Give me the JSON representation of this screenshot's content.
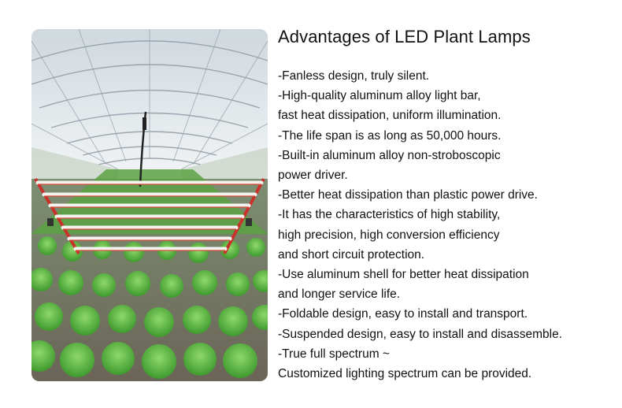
{
  "article": {
    "title": "Advantages of LED Plant Lamps",
    "photo_description": "greenhouse-lettuce-led-grow-light",
    "lines": [
      "-Fanless design, truly silent.",
      "-High-quality aluminum alloy light bar,",
      "fast heat dissipation, uniform illumination.",
      "-The life span is as long as 50,000 hours.",
      "-Built-in aluminum alloy non-stroboscopic",
      "power driver.",
      "-Better heat dissipation than plastic power drive.",
      "-It has the characteristics of high stability,",
      "high precision, high conversion efficiency",
      "and short circuit protection.",
      "-Use aluminum shell for better heat dissipation",
      "and longer service life.",
      "-Foldable design, easy to install and transport.",
      "-Suspended design, easy to install and disassemble.",
      "-True full spectrum ~",
      "Customized lighting spectrum can be provided."
    ]
  },
  "colors": {
    "text": "#111111",
    "background": "#ffffff",
    "leaf_green": "#4caf3a",
    "frame_red": "#c8322a"
  }
}
